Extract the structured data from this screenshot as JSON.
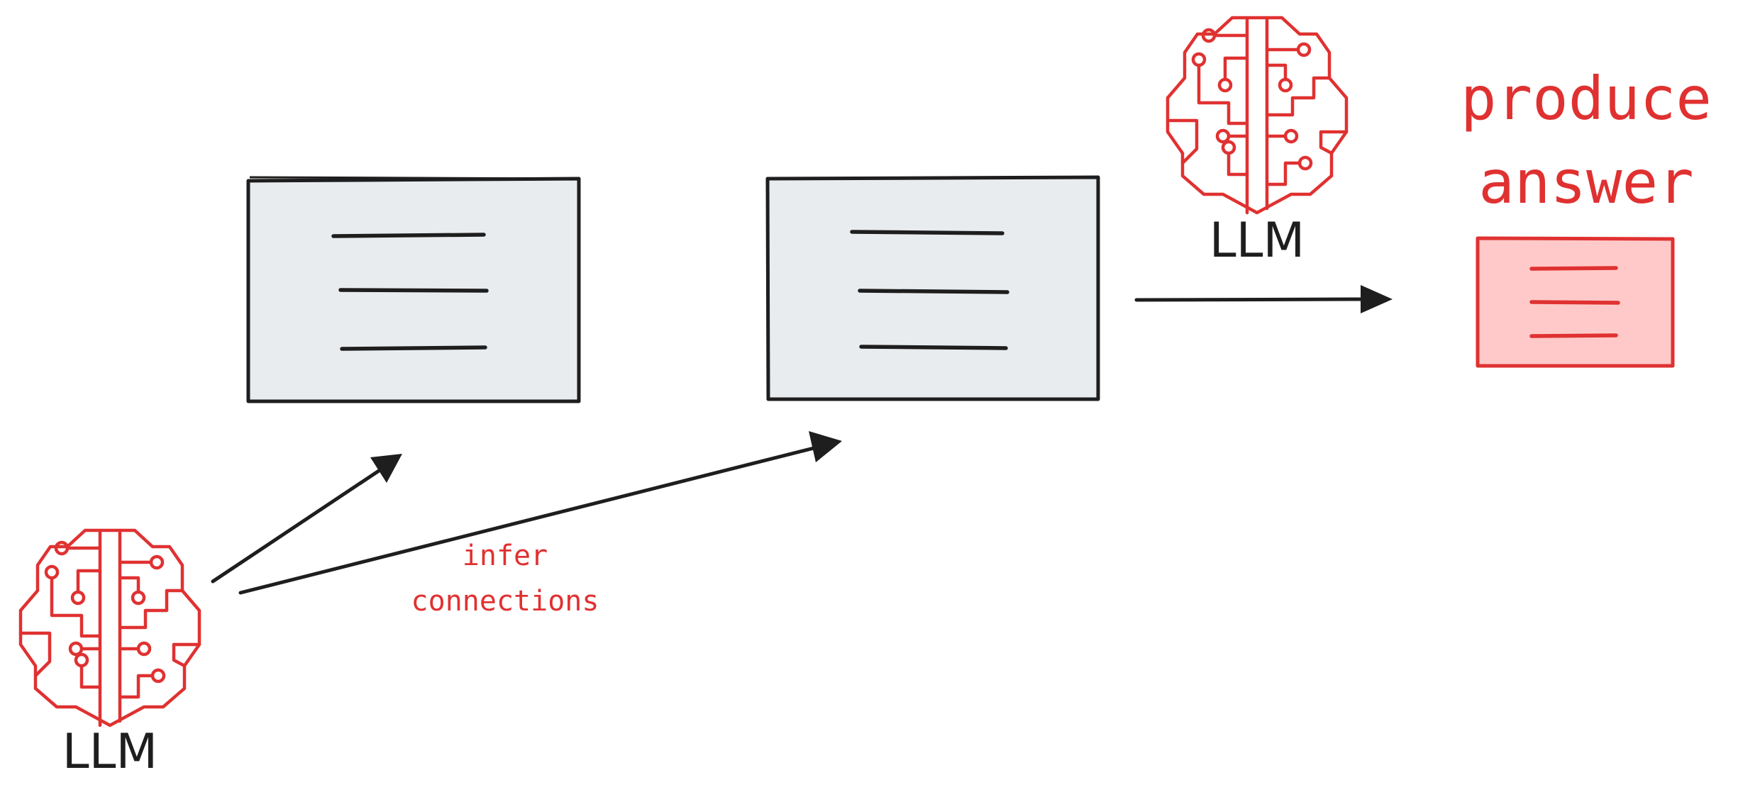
{
  "colors": {
    "ink": "#1e1e1e",
    "accent_red": "#e03131",
    "doc_fill": "#e9ecef",
    "answer_fill": "#ffc9c9"
  },
  "llm_icon": "brain-circuit-icon",
  "labels": {
    "llm_bottom": "LLM",
    "llm_top": "LLM",
    "infer_line1": "infer",
    "infer_line2": "connections",
    "produce_line1": "produce",
    "produce_line2": "answer"
  }
}
